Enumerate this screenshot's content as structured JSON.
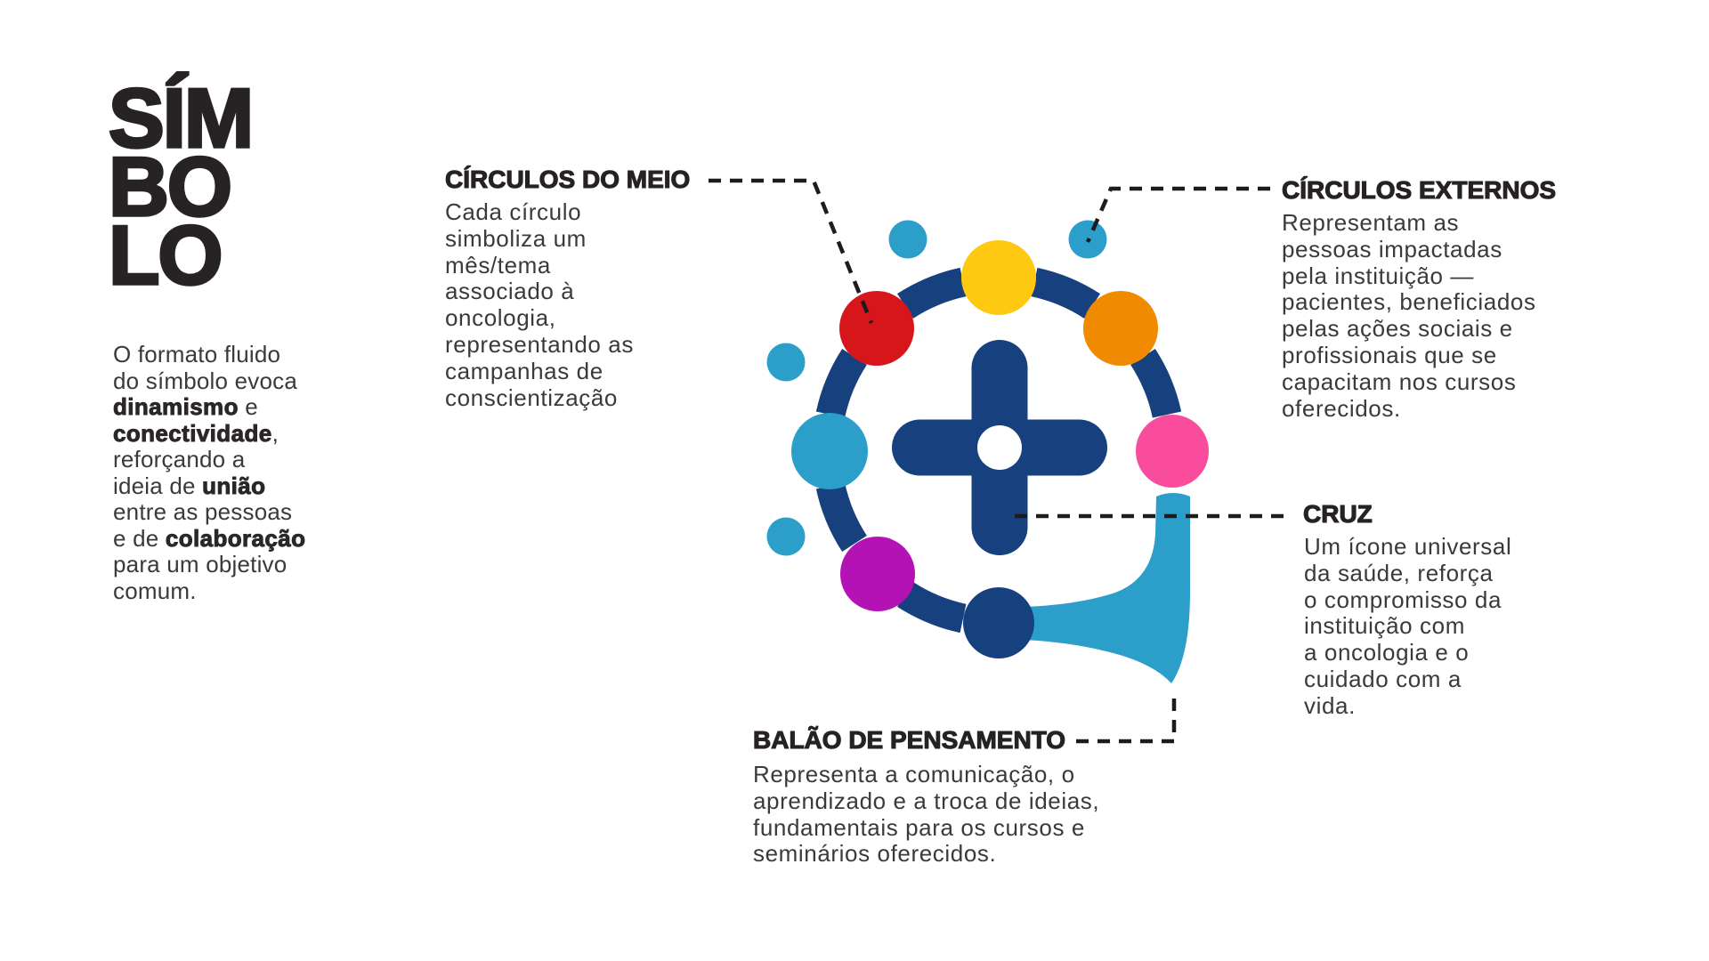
{
  "title": "SÍM\nBO\nLO",
  "intro": {
    "seg1": "O formato fluido\ndo símbolo evoca\n",
    "bold1": "dinamismo",
    "seg2": " e\n",
    "bold2": "conectividade",
    "seg3": ",\nreforçando a\nideia de ",
    "bold3": "união",
    "seg4": "\nentre as pessoas\ne de ",
    "bold4": "colaboração",
    "seg5": "\npara um objetivo\ncomum."
  },
  "callouts": {
    "meio": {
      "heading": "CÍRCULOS DO MEIO",
      "body": "Cada círculo\nsimboliza um\nmês/tema\nassociado à\noncologia,\nrepresentando as\ncampanhas de\nconscientização"
    },
    "externos": {
      "heading": "CÍRCULOS EXTERNOS",
      "body": "Representam as\npessoas impactadas\npela instituição —\npacientes, beneficiados\npelas ações sociais e\nprofissionais que se\ncapacitam nos cursos\noferecidos."
    },
    "cruz": {
      "heading": "CRUZ",
      "body": "Um ícone universal\nda saúde, reforça\no compromisso da\ninstituição com\na oncologia e o\ncuidado com a\nvida."
    },
    "balao": {
      "heading": "BALÃO DE PENSAMENTO",
      "body": "Representa a comunicação, o\naprendizado e a troca de ideias,\nfundamentais para os cursos e\nseminários oferecidos."
    }
  },
  "logo": {
    "colors": {
      "lightblue": "#2B9EC9",
      "navy": "#16407E",
      "red": "#D7161C",
      "yellow": "#FFC912",
      "orange": "#F08A00",
      "pink": "#FA4C9D",
      "magenta": "#B412B5",
      "white": "#FFFFFF",
      "leader": "#1D1B1C"
    }
  }
}
